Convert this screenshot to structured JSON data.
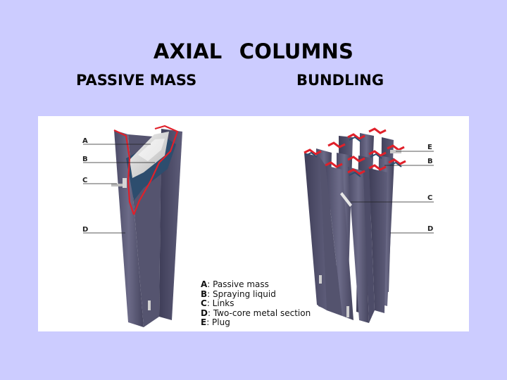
{
  "title": "AXIAL   COLUMNS",
  "subtitles": {
    "left": "PASSIVE MASS",
    "right": "BUNDLING"
  },
  "callouts": {
    "left": [
      "A",
      "B",
      "C",
      "D"
    ],
    "right": [
      "E",
      "B",
      "C",
      "D"
    ]
  },
  "legend": [
    {
      "key": "A",
      "text": ": Passive mass"
    },
    {
      "key": "B",
      "text": ": Spraying liquid"
    },
    {
      "key": "C",
      "text": ": Links"
    },
    {
      "key": "D",
      "text": ": Two-core metal section"
    },
    {
      "key": "E",
      "text": ": Plug"
    }
  ],
  "colors": {
    "background": "#ccccff",
    "panel": "#ffffff",
    "metal": "#5c5b78",
    "red_edge": "#e0202a",
    "liquid": "#2d4d6e"
  }
}
